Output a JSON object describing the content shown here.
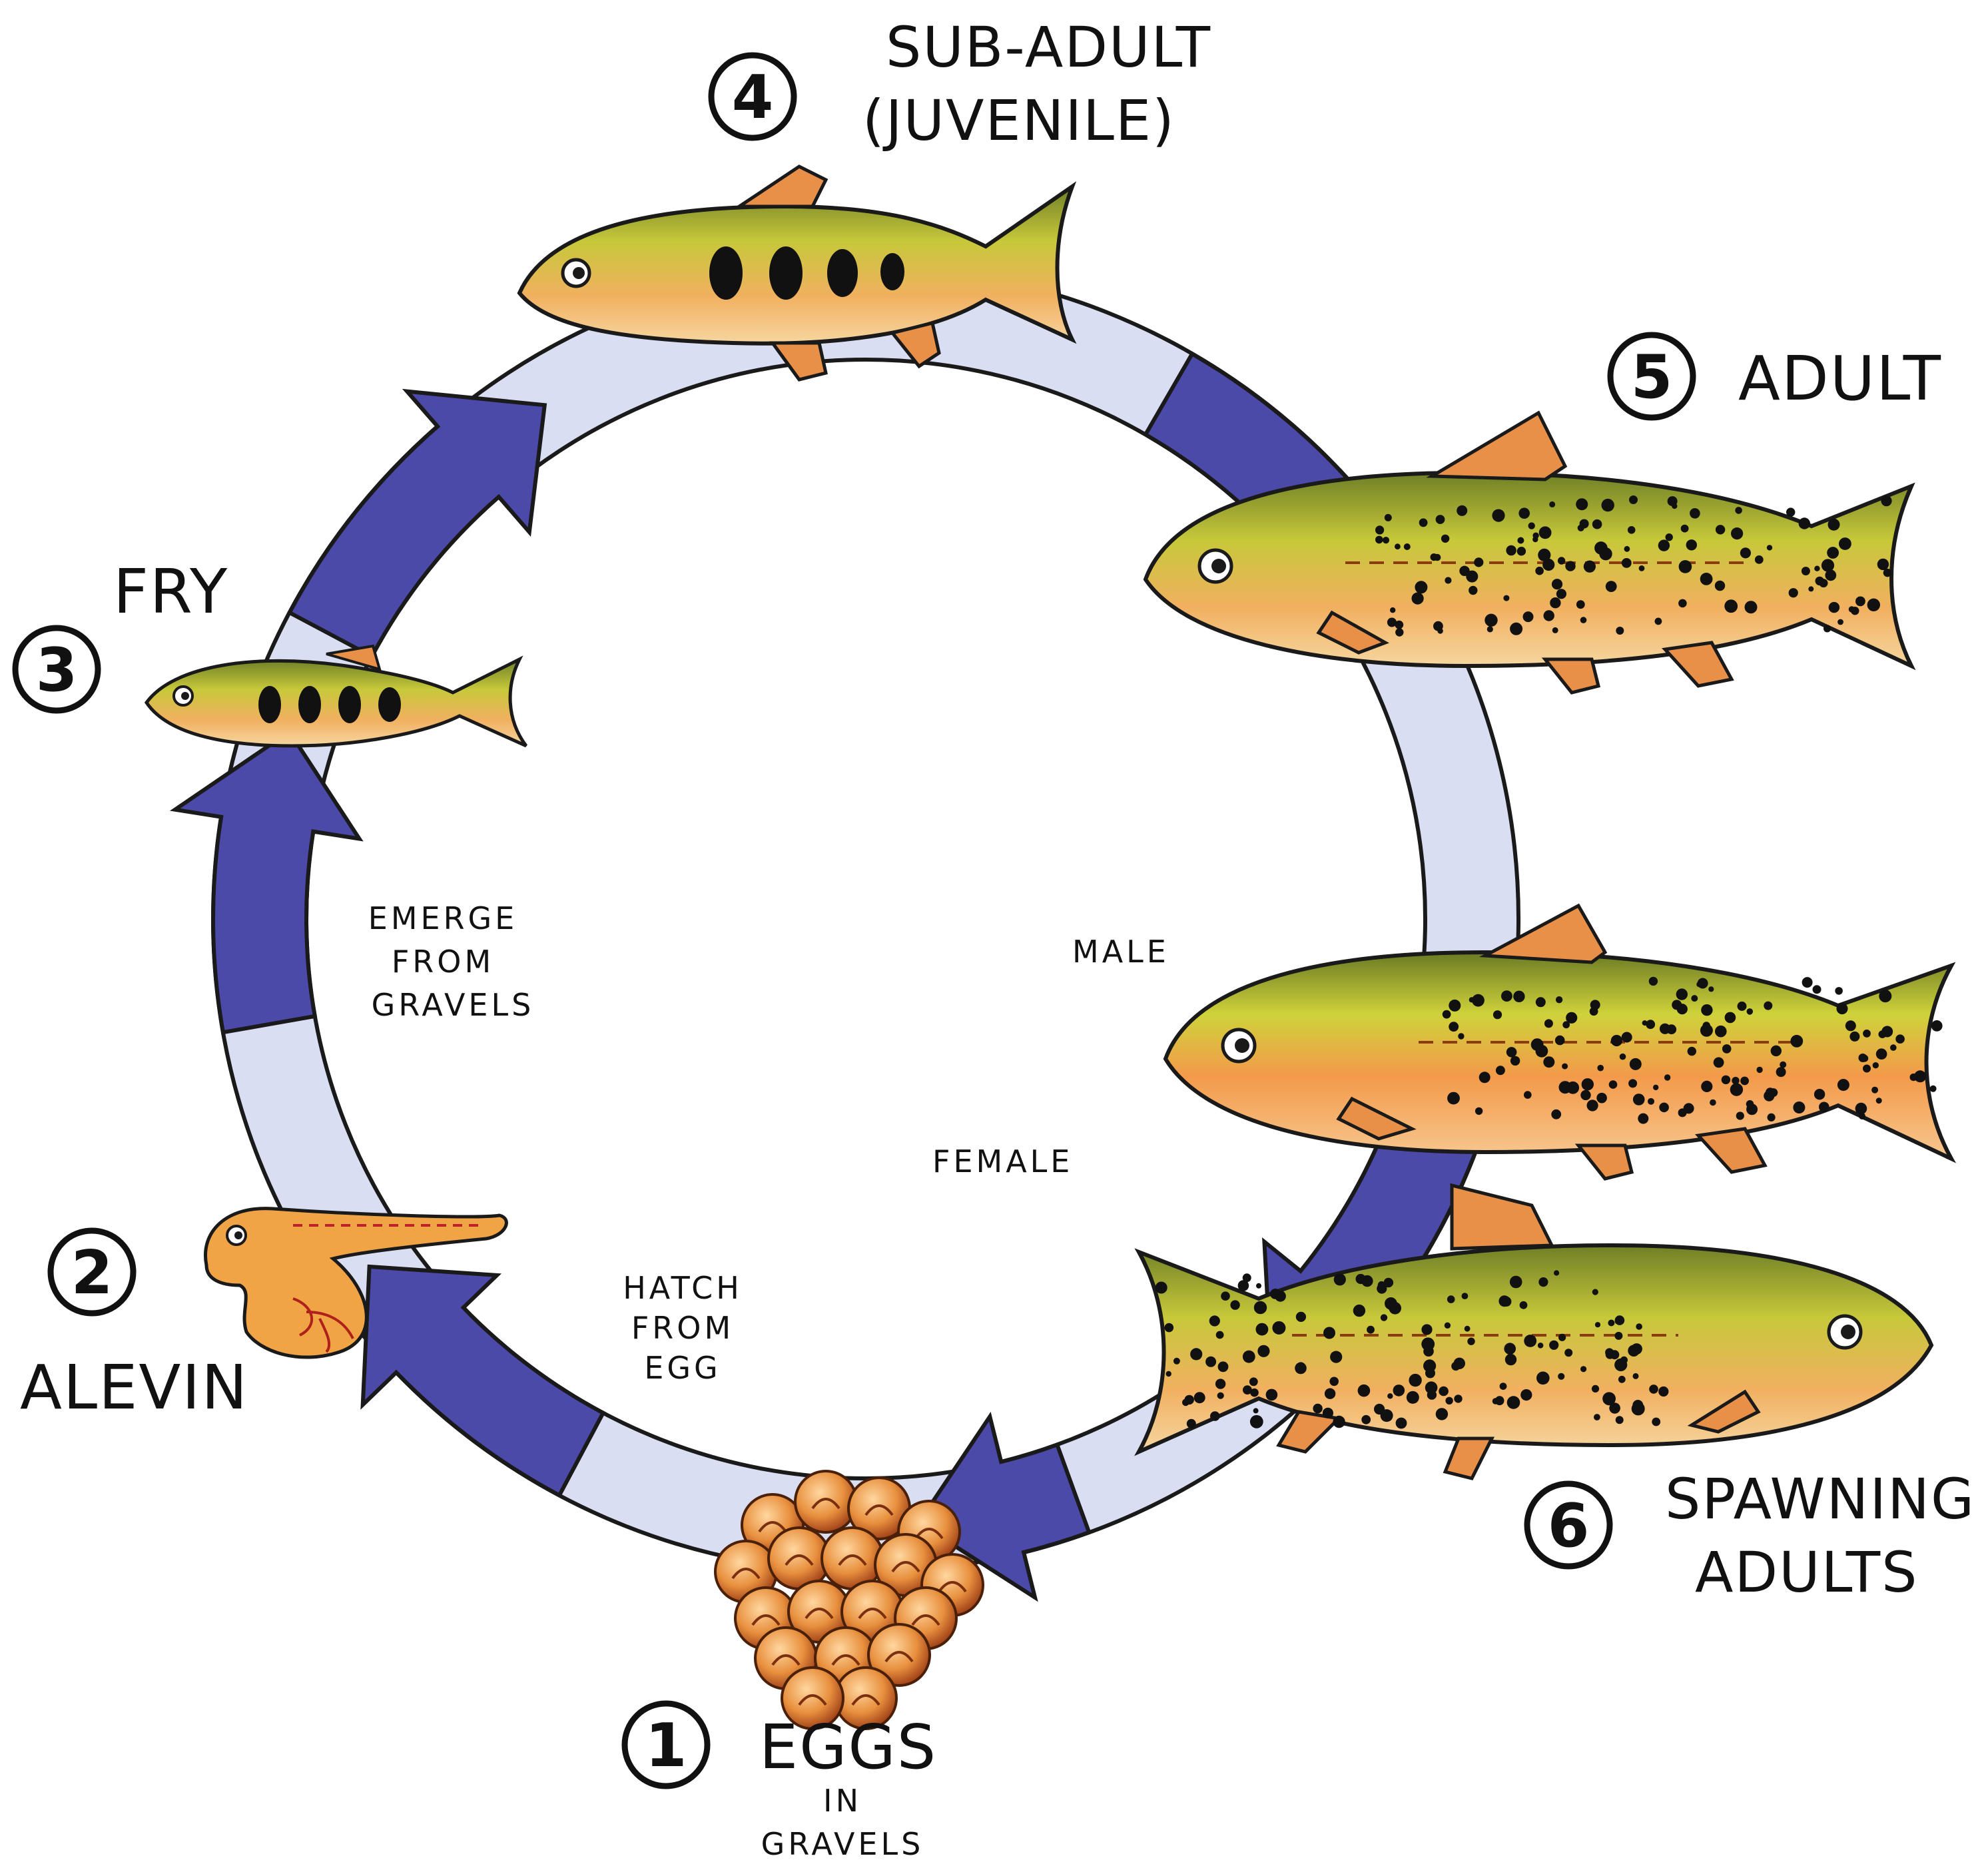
{
  "colors": {
    "background": "#ffffff",
    "ring_fill": "#d9def2",
    "ring_stroke": "#1a1a1a",
    "arrow_fill": "#4c4aa8",
    "arrow_shade": "#3a3890",
    "fish_back": "#7a8a2a",
    "fish_mid": "#c9c938",
    "fish_belly": "#f2a65a",
    "fin": "#e8894a",
    "egg": "#e28a3a",
    "alevin": "#f0a040",
    "spots": "#111111"
  },
  "stages": [
    {
      "number": "1",
      "title": "EGGS",
      "note": "IN\nGRAVELS",
      "icon": "egg-cluster-icon"
    },
    {
      "number": "2",
      "title": "ALEVIN",
      "icon": "alevin-icon"
    },
    {
      "number": "3",
      "title": "FRY",
      "icon": "fry-fish-icon"
    },
    {
      "number": "4",
      "title": "SUB-ADULT",
      "subtitle": "(JUVENILE)",
      "icon": "juvenile-fish-icon"
    },
    {
      "number": "5",
      "title": "ADULT",
      "icon": "adult-fish-icon"
    },
    {
      "number": "6",
      "title": "SPAWNING",
      "subtitle": "ADULTS",
      "icon": "spawning-fish-icon"
    }
  ],
  "annotations": {
    "hatch": [
      "HATCH",
      "FROM",
      "EGG"
    ],
    "emerge": [
      "EMERGE",
      "FROM",
      "GRAVELS"
    ],
    "male": "MALE",
    "female": "FEMALE",
    "in_gravels": [
      "IN",
      "GRAVELS"
    ]
  }
}
